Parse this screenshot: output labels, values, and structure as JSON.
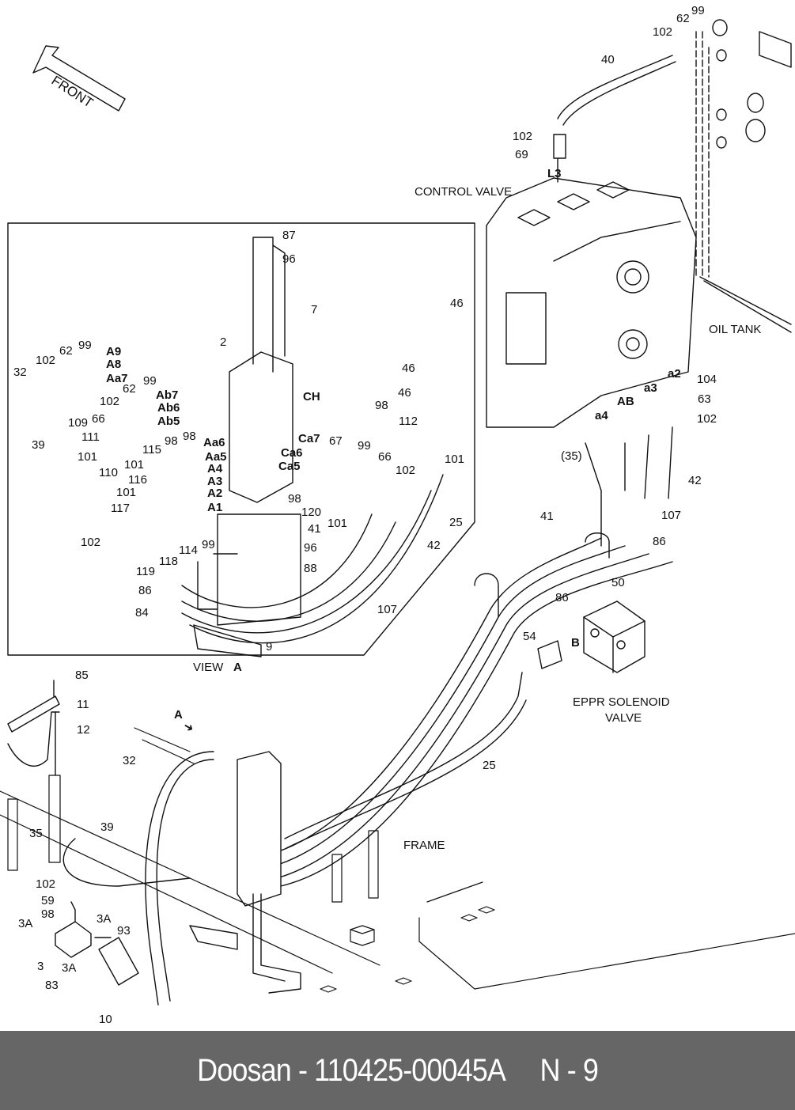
{
  "diagram": {
    "direction_marker": "FRONT",
    "inset_title": "VIEW",
    "inset_view_letter": "A",
    "view_arrow_letter": "A",
    "annotations": {
      "control_valve": "CONTROL VALVE",
      "oil_tank": "OIL TANK",
      "eppr_line1": "EPPR SOLENOID",
      "eppr_line2": "VALVE",
      "frame": "FRAME"
    },
    "port_labels": {
      "L3": "L3",
      "A9": "A9",
      "A8": "A8",
      "Aa7": "Aa7",
      "Ab7": "Ab7",
      "Ab6": "Ab6",
      "Ab5": "Ab5",
      "Aa6": "Aa6",
      "Aa5": "Aa5",
      "A4": "A4",
      "A3": "A3",
      "A2": "A2",
      "A1": "A1",
      "CH": "CH",
      "Ca7": "Ca7",
      "Ca6": "Ca6",
      "Ca5": "Ca5",
      "a4": "a4",
      "AB": "AB",
      "a3": "a3",
      "a2": "a2",
      "B": "B"
    },
    "callouts": [
      {
        "id": "c40",
        "text": "40"
      },
      {
        "id": "c62a",
        "text": "62"
      },
      {
        "id": "c99a",
        "text": "99"
      },
      {
        "id": "c102a",
        "text": "102"
      },
      {
        "id": "c102b",
        "text": "102"
      },
      {
        "id": "c69",
        "text": "69"
      },
      {
        "id": "c87",
        "text": "87"
      },
      {
        "id": "c96a",
        "text": "96"
      },
      {
        "id": "c7",
        "text": "7"
      },
      {
        "id": "c2",
        "text": "2"
      },
      {
        "id": "c46a",
        "text": "46"
      },
      {
        "id": "c46b",
        "text": "46"
      },
      {
        "id": "c46c",
        "text": "46"
      },
      {
        "id": "c32a",
        "text": "32"
      },
      {
        "id": "c102c",
        "text": "102"
      },
      {
        "id": "c62b",
        "text": "62"
      },
      {
        "id": "c99b",
        "text": "99"
      },
      {
        "id": "c39a",
        "text": "39"
      },
      {
        "id": "c109",
        "text": "109"
      },
      {
        "id": "c66a",
        "text": "66"
      },
      {
        "id": "c62c",
        "text": "62"
      },
      {
        "id": "c99c",
        "text": "99"
      },
      {
        "id": "c102d",
        "text": "102"
      },
      {
        "id": "c111",
        "text": "111"
      },
      {
        "id": "c101a",
        "text": "101"
      },
      {
        "id": "c110",
        "text": "110"
      },
      {
        "id": "c98a",
        "text": "98"
      },
      {
        "id": "c98b",
        "text": "98"
      },
      {
        "id": "c115",
        "text": "115"
      },
      {
        "id": "c101b",
        "text": "101"
      },
      {
        "id": "c116",
        "text": "116"
      },
      {
        "id": "c101c",
        "text": "101"
      },
      {
        "id": "c117",
        "text": "117"
      },
      {
        "id": "c102e",
        "text": "102"
      },
      {
        "id": "c119",
        "text": "119"
      },
      {
        "id": "c118",
        "text": "118"
      },
      {
        "id": "c114",
        "text": "114"
      },
      {
        "id": "c99d",
        "text": "99"
      },
      {
        "id": "c98c",
        "text": "98"
      },
      {
        "id": "c112",
        "text": "112"
      },
      {
        "id": "c99e",
        "text": "99"
      },
      {
        "id": "c66b",
        "text": "66"
      },
      {
        "id": "c101d",
        "text": "101"
      },
      {
        "id": "c67",
        "text": "67"
      },
      {
        "id": "c102f",
        "text": "102"
      },
      {
        "id": "c98d",
        "text": "98"
      },
      {
        "id": "c120",
        "text": "120"
      },
      {
        "id": "c101e",
        "text": "101"
      },
      {
        "id": "c25a",
        "text": "25"
      },
      {
        "id": "c41a",
        "text": "41"
      },
      {
        "id": "c42a",
        "text": "42"
      },
      {
        "id": "c96b",
        "text": "96"
      },
      {
        "id": "c88",
        "text": "88"
      },
      {
        "id": "c86a",
        "text": "86"
      },
      {
        "id": "c84",
        "text": "84"
      },
      {
        "id": "c107a",
        "text": "107"
      },
      {
        "id": "c9",
        "text": "9"
      },
      {
        "id": "c104",
        "text": "104"
      },
      {
        "id": "c63",
        "text": "63"
      },
      {
        "id": "c102g",
        "text": "102"
      },
      {
        "id": "c35a",
        "text": "(35)"
      },
      {
        "id": "c42b",
        "text": "42"
      },
      {
        "id": "c41b",
        "text": "41"
      },
      {
        "id": "c107b",
        "text": "107"
      },
      {
        "id": "c86b",
        "text": "86"
      },
      {
        "id": "c50",
        "text": "50"
      },
      {
        "id": "c86c",
        "text": "86"
      },
      {
        "id": "c54",
        "text": "54"
      },
      {
        "id": "c25b",
        "text": "25"
      },
      {
        "id": "c85",
        "text": "85"
      },
      {
        "id": "c11",
        "text": "11"
      },
      {
        "id": "c12",
        "text": "12"
      },
      {
        "id": "c32b",
        "text": "32"
      },
      {
        "id": "c35b",
        "text": "35"
      },
      {
        "id": "c39b",
        "text": "39"
      },
      {
        "id": "c102h",
        "text": "102"
      },
      {
        "id": "c59",
        "text": "59"
      },
      {
        "id": "c98e",
        "text": "98"
      },
      {
        "id": "c3Aa",
        "text": "3A"
      },
      {
        "id": "c3Ab",
        "text": "3A"
      },
      {
        "id": "c3",
        "text": "3"
      },
      {
        "id": "c3Ac",
        "text": "3A"
      },
      {
        "id": "c93",
        "text": "93"
      },
      {
        "id": "c83",
        "text": "83"
      },
      {
        "id": "c10",
        "text": "10"
      }
    ]
  },
  "footer": {
    "text": "Doosan - 110425-00045A     N - 9"
  }
}
